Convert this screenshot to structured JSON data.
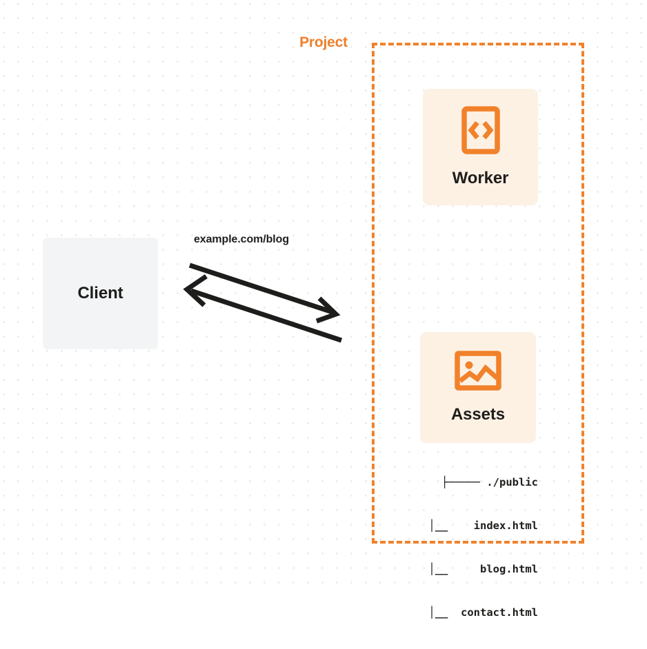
{
  "diagram": {
    "background": {
      "dot_grid": true,
      "dot_color": "#ececed",
      "page_color": "#ffffff"
    },
    "colors": {
      "accent_orange": "#f1812a",
      "title_orange": "#ee7f2c",
      "card_fill": "#fdf1e4",
      "client_fill": "#f3f4f5",
      "text_dark": "#1d1d1b",
      "arrow_color": "#1d1d1b"
    },
    "client": {
      "label": "Client"
    },
    "connection": {
      "label": "example.com/blog",
      "request_arrow_name": "request-arrow",
      "response_arrow_name": "response-arrow"
    },
    "project": {
      "title": "Project",
      "cards": [
        {
          "label": "Worker",
          "icon": "code-brackets-icon"
        },
        {
          "label": "Assets",
          "icon": "image-icon"
        }
      ],
      "file_tree": [
        "├───── ./public",
        "│__    index.html",
        "│__     blog.html",
        "│__  contact.html"
      ]
    }
  }
}
